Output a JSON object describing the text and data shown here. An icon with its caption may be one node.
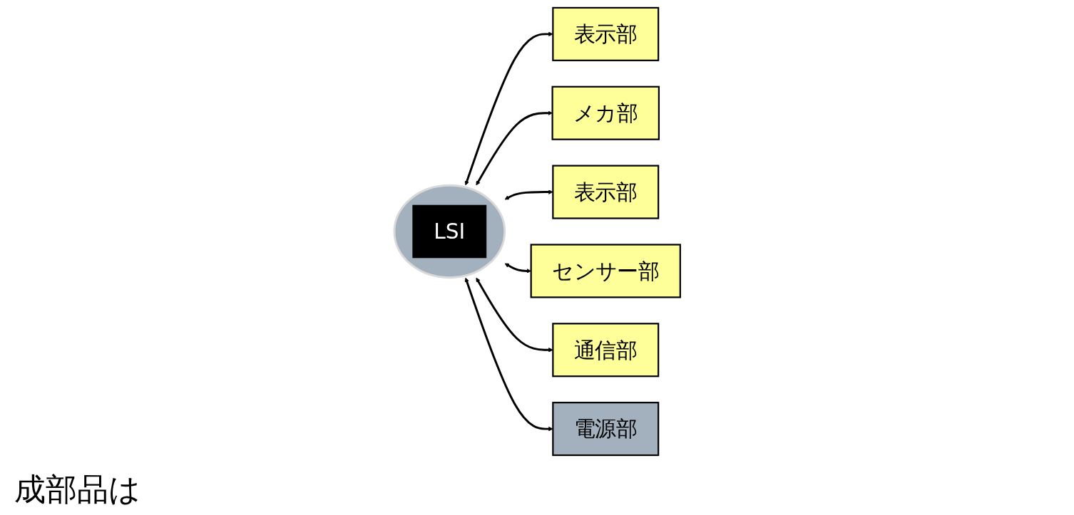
{
  "diagram": {
    "nodes": [
      {
        "text": [
          "表示部"
        ]
      },
      {
        "text": [
          "メカ部"
        ]
      },
      {
        "text": [
          "表示部"
        ]
      },
      {
        "text": [
          "センサー部"
        ]
      },
      {
        "text": [
          "通信部"
        ]
      },
      {
        "text": [],
        "shape": "ellipse"
      },
      {
        "text": [
          "LSI"
        ],
        "in": 5
      },
      {
        "text": [
          "電源部"
        ]
      }
    ],
    "edges": [
      {
        "from": 5,
        "to": 0,
        "arrow": "both"
      },
      {
        "from": 5,
        "to": 1,
        "arrow": "both"
      },
      {
        "from": 5,
        "to": 2,
        "arrow": "both"
      },
      {
        "from": 5,
        "to": 3,
        "arrow": "both"
      },
      {
        "from": 5,
        "to": 4,
        "arrow": "both"
      },
      {
        "from": 5,
        "to": 7,
        "arrow": "both"
      }
    ],
    "labels": [
      "成部品は"
    ]
  }
}
